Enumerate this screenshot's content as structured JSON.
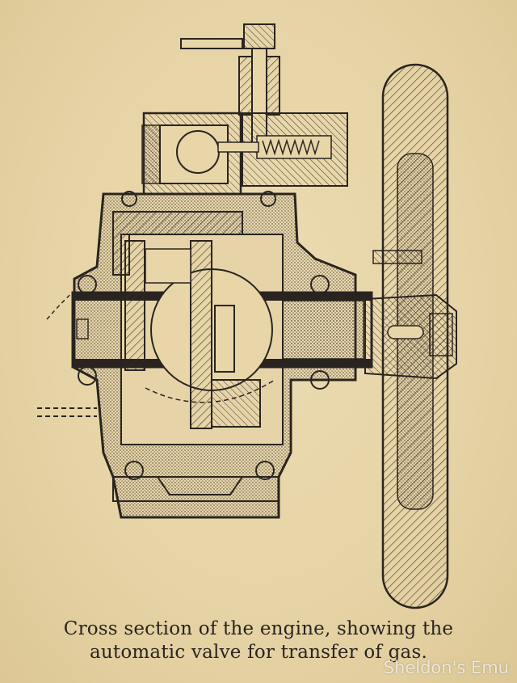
{
  "caption": {
    "line1": "Cross section of the engine, showing the",
    "line2": "automatic valve for transfer of gas."
  },
  "watermark": "Sheldon's Emu",
  "colors": {
    "paper": "#e8d6a9",
    "ink": "#2a2420"
  }
}
